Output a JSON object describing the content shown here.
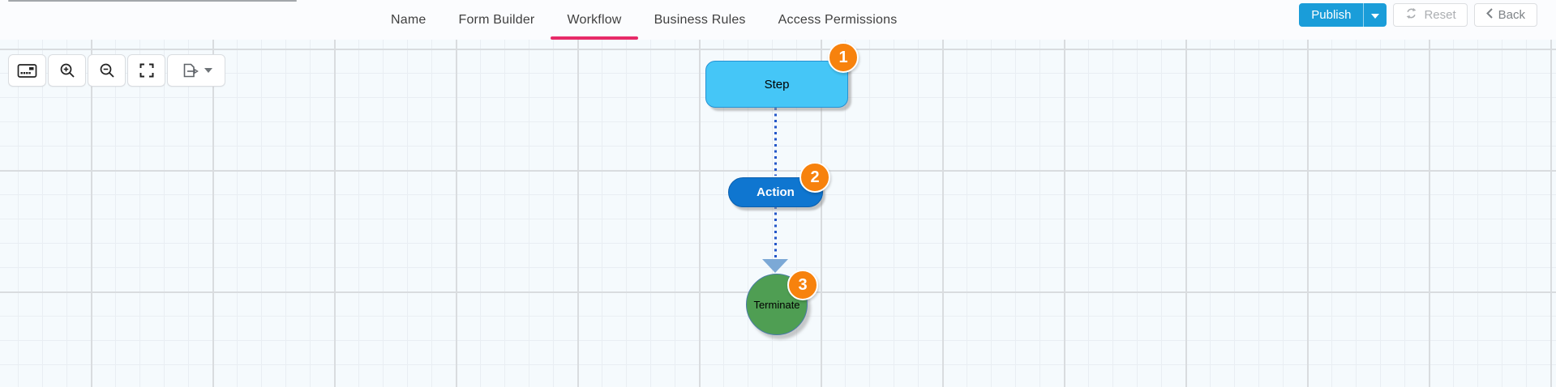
{
  "header": {
    "tabs": [
      {
        "label": "Name",
        "active": false
      },
      {
        "label": "Form Builder",
        "active": false
      },
      {
        "label": "Workflow",
        "active": true
      },
      {
        "label": "Business Rules",
        "active": false
      },
      {
        "label": "Access Permissions",
        "active": false
      }
    ],
    "publish": {
      "label": "Publish"
    },
    "reset": {
      "label": "Reset"
    },
    "back": {
      "label": "Back"
    }
  },
  "toolbar": {
    "buttons": [
      {
        "name": "outline-panel"
      },
      {
        "name": "zoom-in"
      },
      {
        "name": "zoom-out"
      },
      {
        "name": "fit-to-screen"
      },
      {
        "name": "export",
        "has_dropdown": true
      }
    ]
  },
  "workflow": {
    "nodes": [
      {
        "label": "Step",
        "badge": "1",
        "shape": "rounded-rectangle"
      },
      {
        "label": "Action",
        "badge": "2",
        "shape": "pill"
      },
      {
        "label": "Terminate",
        "badge": "3",
        "shape": "circle"
      }
    ],
    "connections": [
      {
        "from": "Step",
        "to": "Action",
        "style": "dotted"
      },
      {
        "from": "Action",
        "to": "Terminate",
        "style": "dotted-arrow"
      }
    ]
  },
  "colors": {
    "accent": "#e72a68",
    "publish_blue": "#1a9dd9",
    "step_fill": "#45c6f7",
    "step_border": "#2492d4",
    "action_fill": "#0f76d0",
    "action_border": "#0a5fae",
    "terminate_fill": "#4f9e53",
    "terminate_border": "#4a7ba6",
    "badge_orange": "#f7820d",
    "connector_blue": "#2457c9",
    "arrowhead_blue": "#7ca9d6",
    "canvas_bg": "#f5fafd",
    "grid_minor": "#e9eef3",
    "grid_major": "#d9dcdf",
    "header_bg": "#fbfcfe",
    "text_dark": "#3f3f3f",
    "muted_gray": "#a6abaf",
    "back_gray": "#7d8286",
    "border_gray": "#dcdee1"
  }
}
